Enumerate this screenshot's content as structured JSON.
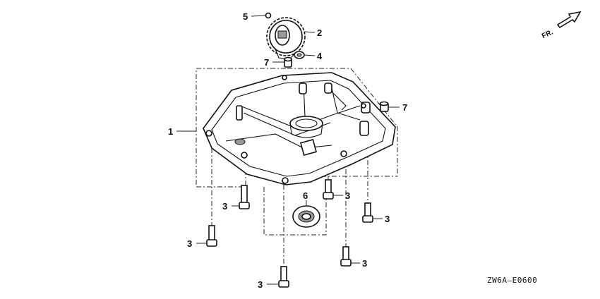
{
  "callouts": [
    {
      "id": "c5",
      "label": "5"
    },
    {
      "id": "c2",
      "label": "2"
    },
    {
      "id": "c4",
      "label": "4"
    },
    {
      "id": "c7a",
      "label": "7"
    },
    {
      "id": "c7b",
      "label": "7"
    },
    {
      "id": "c1",
      "label": "1"
    },
    {
      "id": "c6",
      "label": "6"
    },
    {
      "id": "c3a",
      "label": "3"
    },
    {
      "id": "c3b",
      "label": "3"
    },
    {
      "id": "c3c",
      "label": "3"
    },
    {
      "id": "c3d",
      "label": "3"
    },
    {
      "id": "c3e",
      "label": "3"
    },
    {
      "id": "c3f",
      "label": "3"
    }
  ],
  "diagram_code": "ZW6A—E0600",
  "direction_label": "FR."
}
